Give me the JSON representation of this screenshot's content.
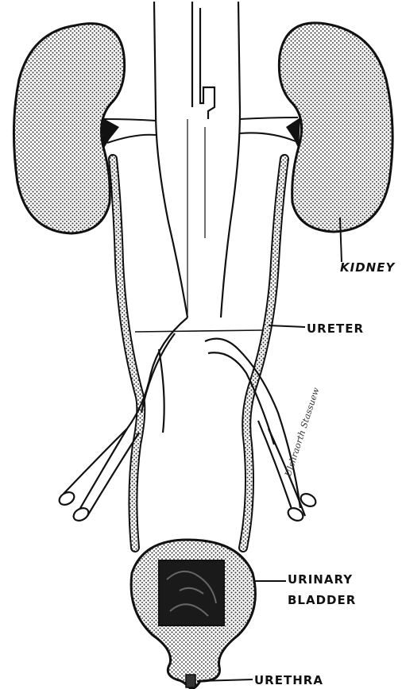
{
  "labels": {
    "kidney": "KIDNEY",
    "ureter": "URETER",
    "bladder_line1": "URINARY",
    "bladder_line2": "BLADDER",
    "urethra": "URETHRA"
  },
  "signature": "Ulshraorth Stassuew",
  "colors": {
    "ink": "#111111",
    "stipple": "#555555",
    "background": "#ffffff"
  }
}
